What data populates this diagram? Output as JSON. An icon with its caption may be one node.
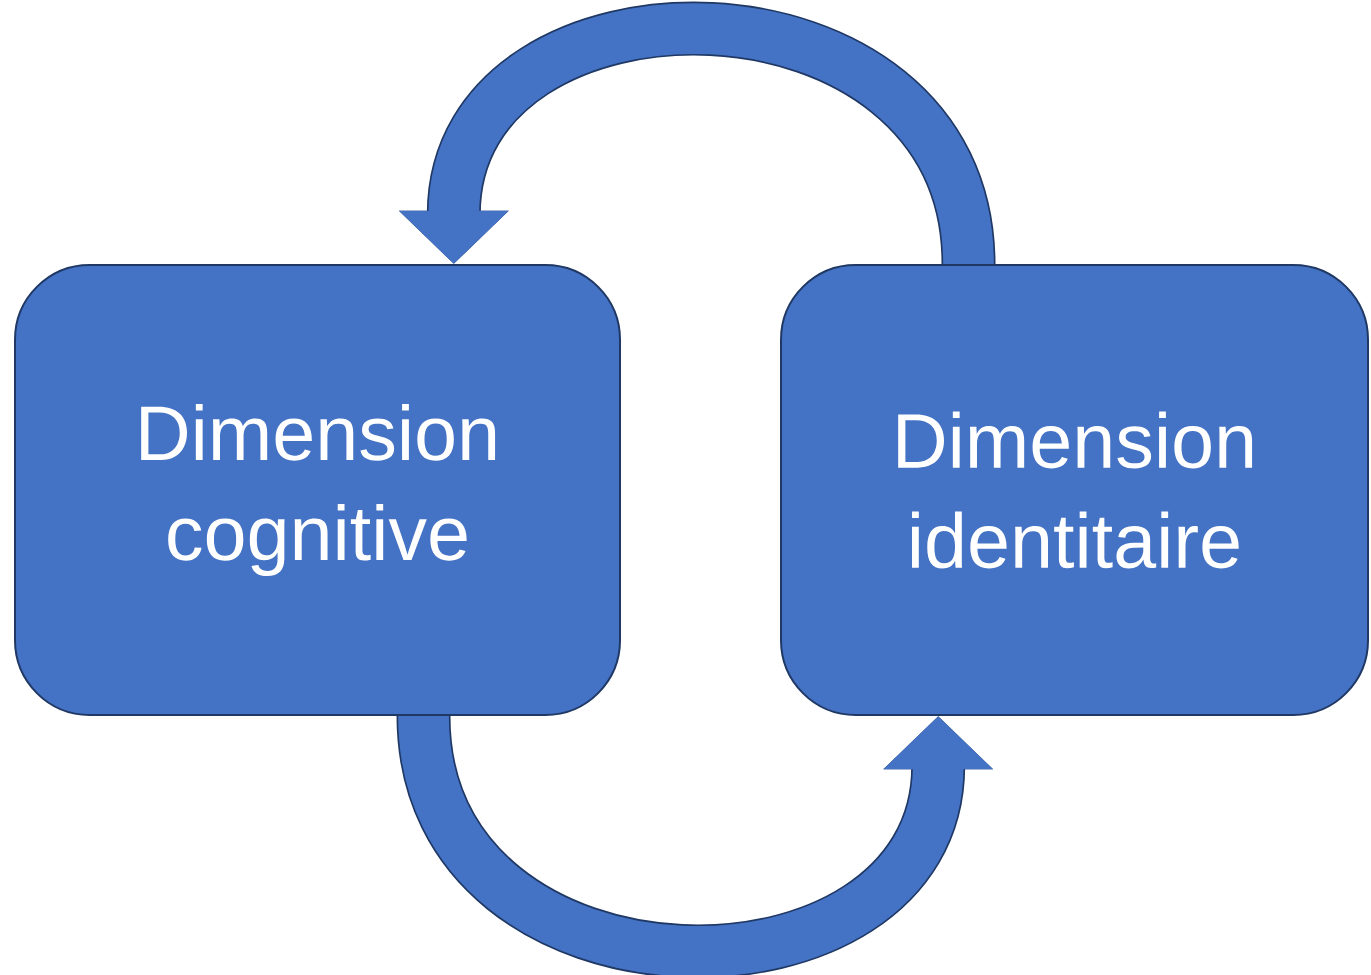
{
  "diagram": {
    "nodes": [
      {
        "text": [
          "Dimension cognitive"
        ]
      },
      {
        "text": [
          "Dimension identitaire"
        ]
      }
    ],
    "edges": [
      {
        "from": 1,
        "to": 0,
        "arrow": "to"
      },
      {
        "from": 0,
        "to": 1,
        "arrow": "to"
      }
    ]
  }
}
